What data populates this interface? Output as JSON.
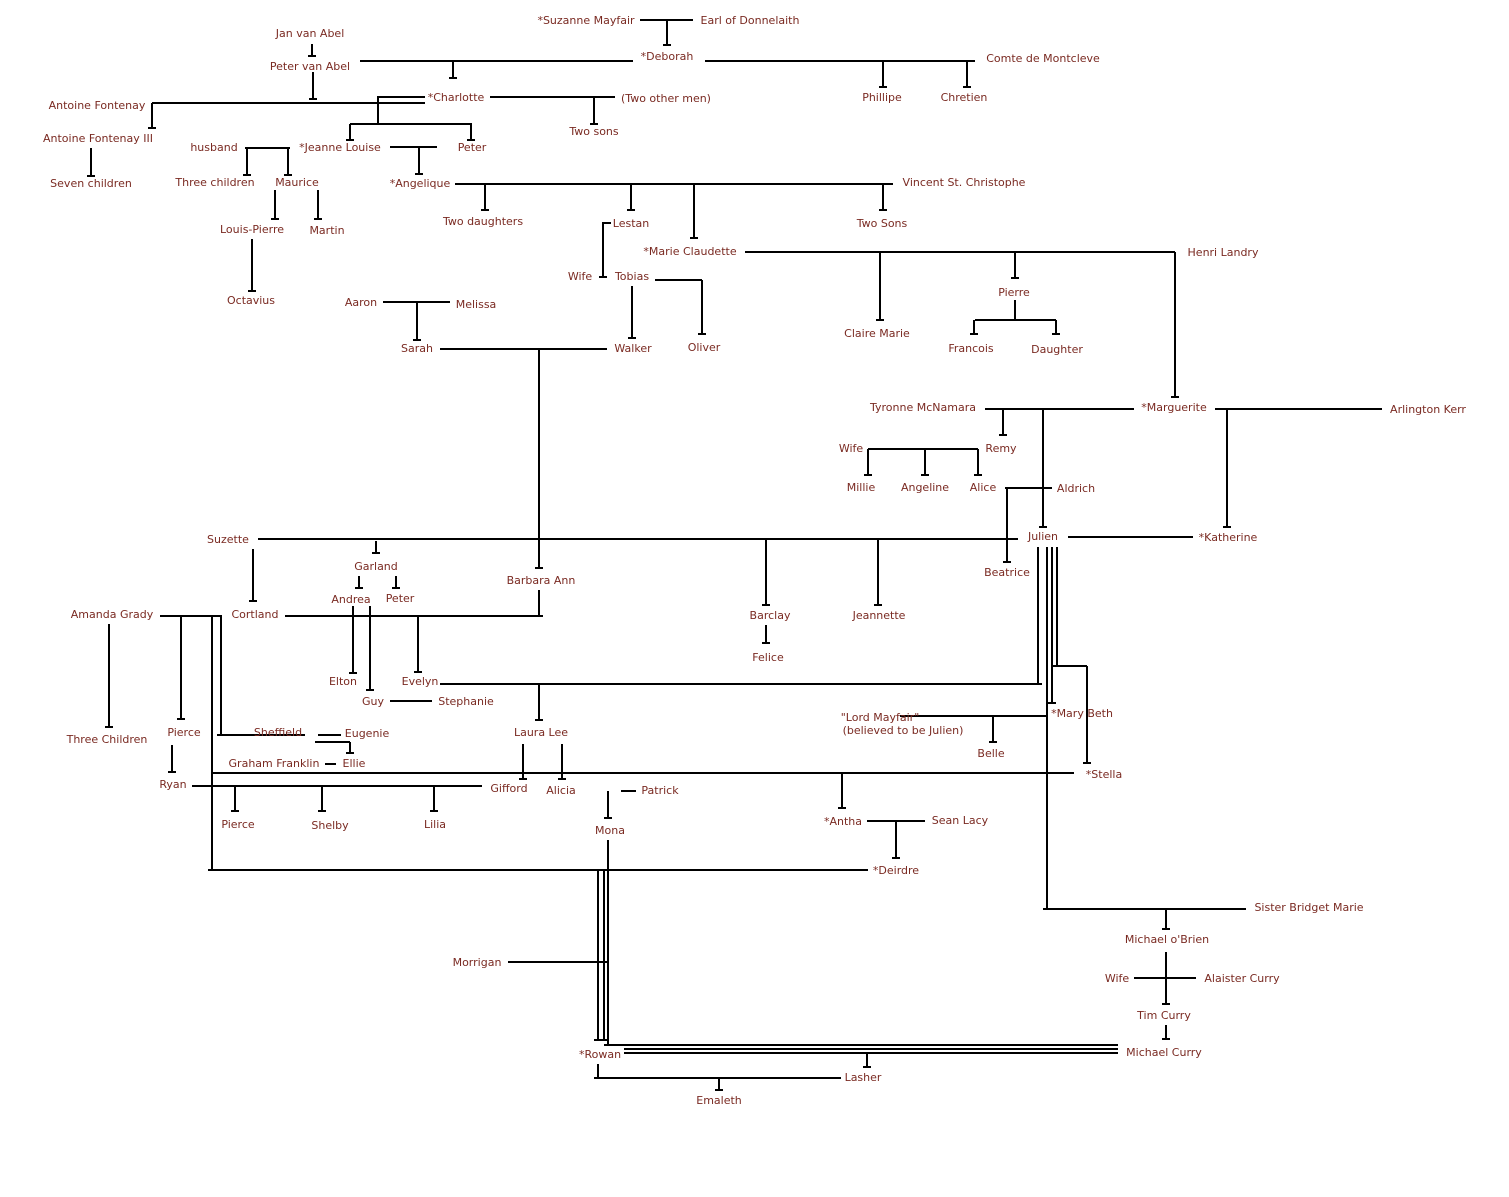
{
  "colors": {
    "text": "#7a2a22",
    "line": "#000000",
    "background": "#ffffff"
  },
  "names": {
    "suzanne": "*Suzanne Mayfair",
    "earl": "Earl of Donnelaith",
    "jan": "Jan van Abel",
    "peter_va": "Peter van Abel",
    "deborah": "*Deborah",
    "comte": "Comte de Montcleve",
    "antoine": "Antoine Fontenay",
    "charlotte": "*Charlotte",
    "two_other_men": "(Two other men)",
    "phillipe": "Phillipe",
    "chretien": "Chretien",
    "antoine3": "Antoine Fontenay III",
    "two_sons": "Two sons",
    "husband": "husband",
    "jeanne": "*Jeanne Louise",
    "peter_jl": "Peter",
    "seven_children": "Seven children",
    "three_children_top": "Three children",
    "maurice": "Maurice",
    "angelique": "*Angelique",
    "vincent": "Vincent St. Christophe",
    "two_daughters": "Two daughters",
    "lestan": "Lestan",
    "two_sons_b": "Two Sons",
    "louis_pierre": "Louis-Pierre",
    "martin": "Martin",
    "marie_claudette": "*Marie Claudette",
    "henri": "Henri Landry",
    "wife_tobias": "Wife",
    "tobias": "Tobias",
    "pierre_top": "Pierre",
    "octavius": "Octavius",
    "aaron": "Aaron",
    "melissa": "Melissa",
    "claire_marie": "Claire Marie",
    "sarah": "Sarah",
    "walker": "Walker",
    "oliver": "Oliver",
    "francois": "Francois",
    "daughter": "Daughter",
    "tyronne": "Tyronne McNamara",
    "marguerite": "*Marguerite",
    "arlington": "Arlington Kerr",
    "wife_remy": "Wife",
    "remy": "Remy",
    "millie": "Millie",
    "angeline": "Angeline",
    "alice": "Alice",
    "aldrich": "Aldrich",
    "suzette": "Suzette",
    "julien": "Julien",
    "katherine": "*Katherine",
    "garland": "Garland",
    "beatrice": "Beatrice",
    "barbara_ann": "Barbara Ann",
    "andrea": "Andrea",
    "peter_g": "Peter",
    "amanda": "Amanda Grady",
    "cortland": "Cortland",
    "barclay": "Barclay",
    "jeannette": "Jeannette",
    "felice": "Felice",
    "elton": "Elton",
    "evelyn": "Evelyn",
    "guy": "Guy",
    "stephanie": "Stephanie",
    "lord_mayfair": "\"Lord Mayfair\"",
    "lord_mayfair_note": "(believed to be Julien)",
    "mary_beth": "*Mary Beth",
    "three_children": "Three Children",
    "pierce_top": "Pierce",
    "sheffield": "Sheffield",
    "eugenie": "Eugenie",
    "laura_lee": "Laura Lee",
    "belle": "Belle",
    "graham": "Graham Franklin",
    "ellie": "Ellie",
    "stella": "*Stella",
    "ryan": "Ryan",
    "gifford": "Gifford",
    "alicia": "Alicia",
    "patrick": "Patrick",
    "antha": "*Antha",
    "sean": "Sean Lacy",
    "pierce": "Pierce",
    "shelby": "Shelby",
    "lilia": "Lilia",
    "mona": "Mona",
    "deirdre": "*Deirdre",
    "sister_bridget": "Sister Bridget Marie",
    "michael_obrien": "Michael o'Brien",
    "morrigan": "Morrigan",
    "wife_alaister": "Wife",
    "alaister": "Alaister Curry",
    "tim_curry": "Tim Curry",
    "rowan": "*Rowan",
    "michael_curry": "Michael Curry",
    "lasher": "Lasher",
    "emaleth": "Emaleth"
  }
}
